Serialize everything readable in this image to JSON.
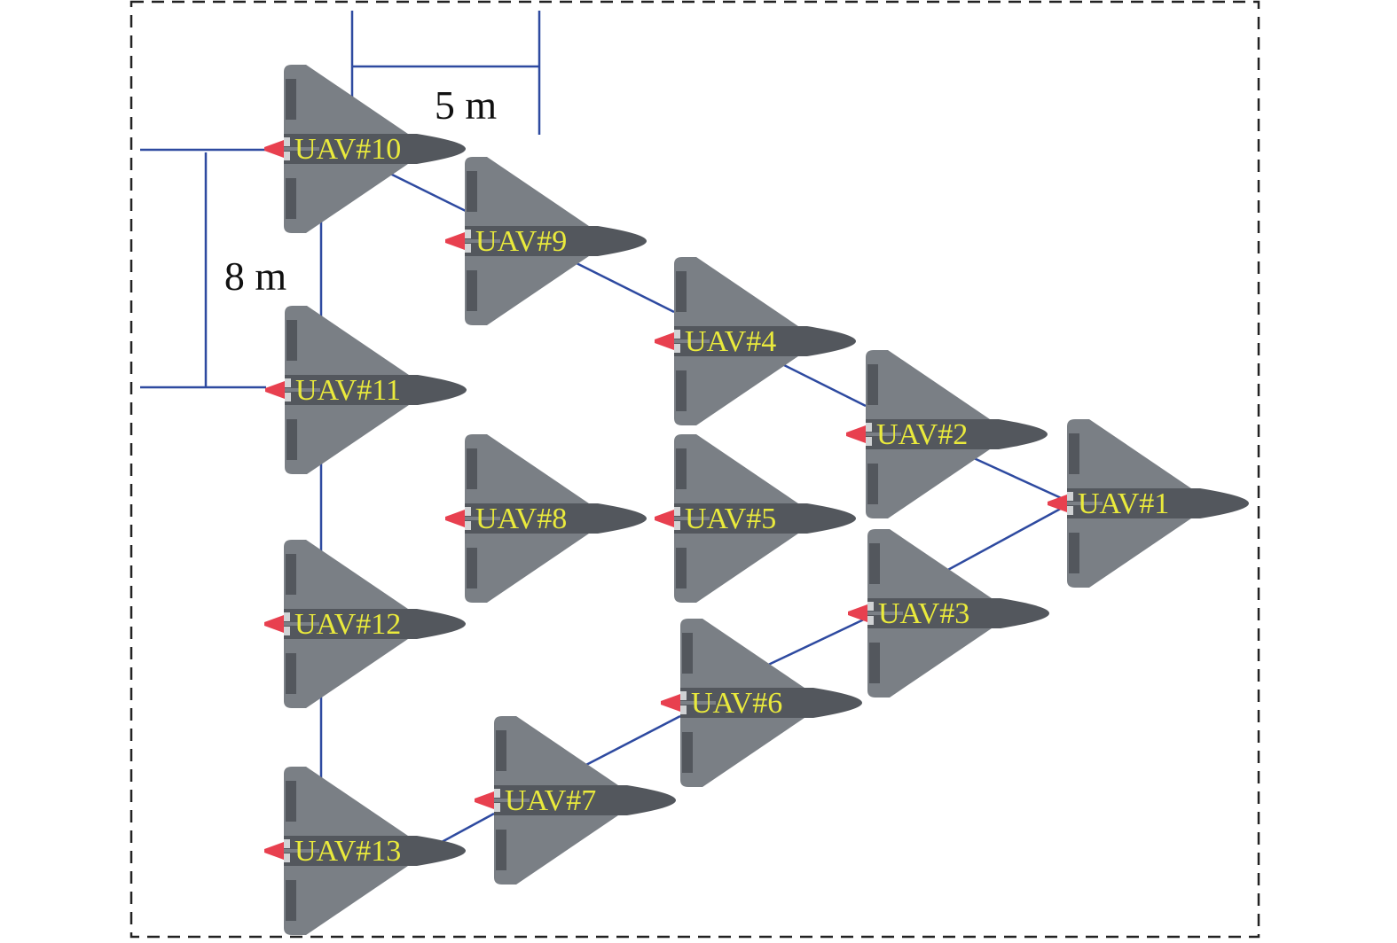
{
  "diagram": {
    "dimension_horizontal": "5 m",
    "dimension_vertical": "8 m",
    "colors": {
      "link": "#2e4aa0",
      "body": "#7a7f85",
      "fuselage": "#53575d",
      "thruster": "#e8404f",
      "label": "#eaea3c"
    },
    "uavs": [
      {
        "id": "1",
        "label": "UAV#1"
      },
      {
        "id": "2",
        "label": "UAV#2"
      },
      {
        "id": "3",
        "label": "UAV#3"
      },
      {
        "id": "4",
        "label": "UAV#4"
      },
      {
        "id": "5",
        "label": "UAV#5"
      },
      {
        "id": "6",
        "label": "UAV#6"
      },
      {
        "id": "7",
        "label": "UAV#7"
      },
      {
        "id": "8",
        "label": "UAV#8"
      },
      {
        "id": "9",
        "label": "UAV#9"
      },
      {
        "id": "10",
        "label": "UAV#10"
      },
      {
        "id": "11",
        "label": "UAV#11"
      },
      {
        "id": "12",
        "label": "UAV#12"
      },
      {
        "id": "13",
        "label": "UAV#13"
      }
    ],
    "links": [
      [
        "10",
        "9"
      ],
      [
        "9",
        "4"
      ],
      [
        "4",
        "2"
      ],
      [
        "2",
        "1"
      ],
      [
        "1",
        "3"
      ],
      [
        "3",
        "6"
      ],
      [
        "6",
        "7"
      ],
      [
        "7",
        "13"
      ],
      [
        "10",
        "11"
      ],
      [
        "11",
        "12"
      ],
      [
        "12",
        "13"
      ]
    ]
  }
}
